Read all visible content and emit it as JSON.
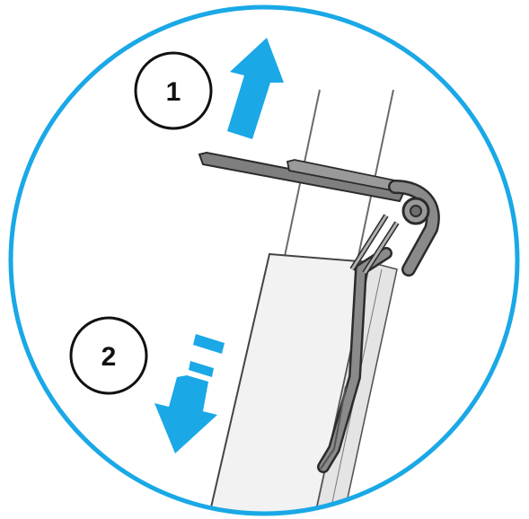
{
  "steps": [
    {
      "number": "1",
      "direction": "up"
    },
    {
      "number": "2",
      "direction": "down"
    }
  ],
  "colors": {
    "frame_ring": "#1aa8e6",
    "arrow": "#1aa8e6",
    "clip_body": "#8a8a8a",
    "clip_outline": "#2b2b2b",
    "sleeve_fill": "#f1f1f1",
    "line": "#6b6b6b"
  },
  "icons": {
    "step1_arrow": "arrow-up-icon",
    "step2_arrow": "arrow-down-icon"
  }
}
